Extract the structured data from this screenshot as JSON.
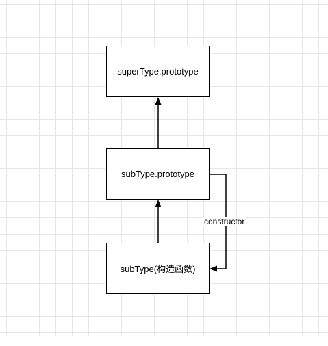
{
  "diagram": {
    "nodes": {
      "super_type_prototype": "superType.prototype",
      "sub_type_prototype": "subType.prototype",
      "sub_type_constructor": "subType(构造函数)"
    },
    "edges": {
      "constructor_label": "constructor"
    },
    "colors": {
      "stroke": "#000000",
      "grid": "#e6e6e6",
      "background": "#ffffff"
    }
  }
}
